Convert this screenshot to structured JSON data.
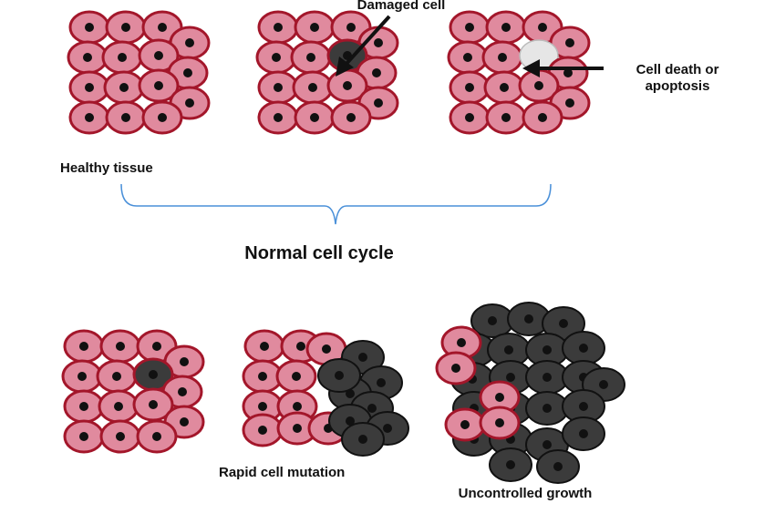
{
  "labels": {
    "damaged_cell": "Damaged cell",
    "cell_death": "Cell death or apoptosis",
    "healthy_tissue": "Healthy tissue",
    "normal_cycle": "Normal cell cycle",
    "rapid_mutation": "Rapid cell mutation",
    "uncontrolled_growth": "Uncontrolled growth"
  },
  "colors": {
    "healthy_cell_fill": "#E08A9E",
    "healthy_cell_border": "#A3162A",
    "nucleus": "#111111",
    "cancer_cell_fill": "#3B3B3B",
    "cancer_cell_border": "#111111",
    "apoptotic_cell_fill": "#E6E6E6",
    "bracket": "#4A90D9"
  }
}
